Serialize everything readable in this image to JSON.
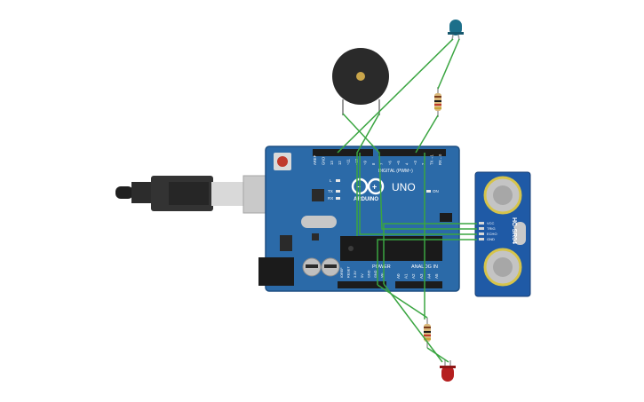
{
  "board": {
    "brand": "ARDUINO",
    "model": "UNO",
    "digital_label": "DIGITAL (PWM~)",
    "power_label": "POWER",
    "analog_label": "ANALOG IN",
    "led_l": "L",
    "led_tx": "TX",
    "led_rx": "RX",
    "led_on": "ON",
    "digital_pins": [
      "AREF",
      "GND",
      "13",
      "12",
      "~11",
      "~10",
      "~9",
      "8",
      "7",
      "~6",
      "~5",
      "4",
      "~3",
      "2",
      "TX→1",
      "RX←0"
    ],
    "power_pins": [
      "IOREF",
      "RESET",
      "3.3V",
      "5V",
      "GND",
      "GND",
      "Vin"
    ],
    "analog_pins": [
      "A0",
      "A1",
      "A2",
      "A3",
      "A4",
      "A5"
    ]
  },
  "sensor": {
    "name": "HC-SR04",
    "pins": [
      "VCC",
      "TRIG",
      "ECHO",
      "GND"
    ]
  },
  "colors": {
    "board": "#2b6aa8",
    "wire": "#3aa541",
    "sensor": "#1f5aa6",
    "led_blue": "#1d6f8a",
    "led_red": "#b51f1f",
    "buzzer": "#2a2a2a"
  }
}
